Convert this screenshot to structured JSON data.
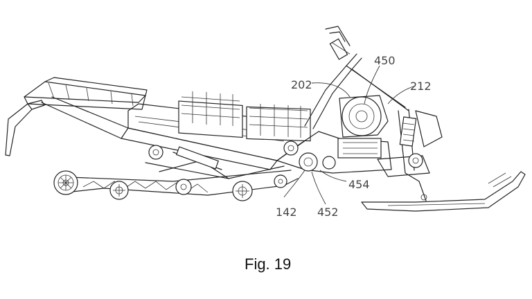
{
  "figure": {
    "caption": "Fig. 19",
    "reference_numerals": {
      "r202": "202",
      "r450": "450",
      "r212": "212",
      "r454": "454",
      "r142": "142",
      "r452": "452"
    }
  },
  "colors": {
    "line": "#222222",
    "label": "#444444",
    "background": "#ffffff"
  }
}
